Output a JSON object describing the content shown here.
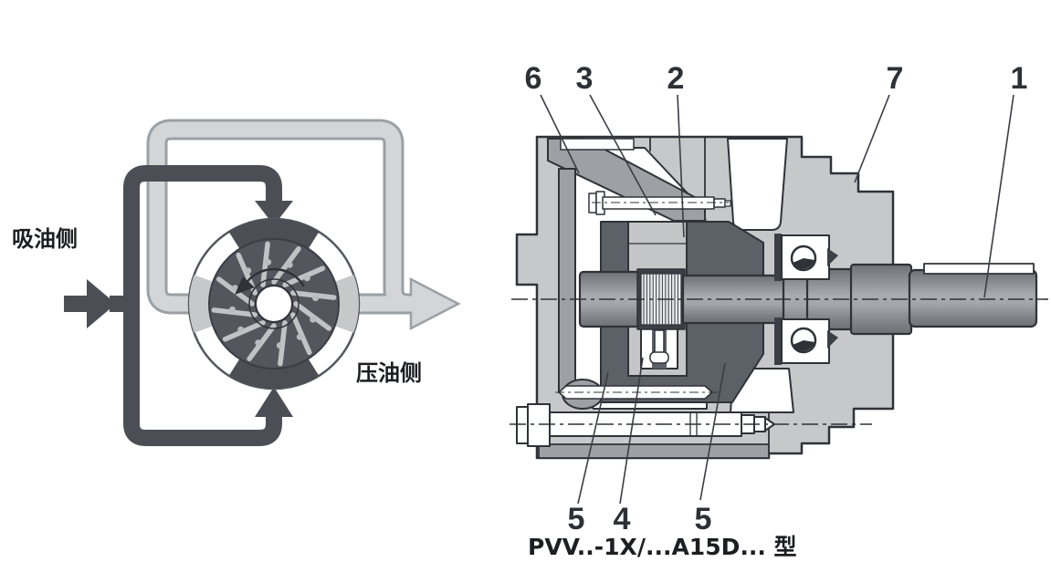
{
  "page": {
    "background": "#ffffff"
  },
  "schematic": {
    "suction_label": "吸油侧",
    "pressure_label": "压油侧",
    "colors": {
      "suction_dark": "#4b4f55",
      "pressure_light": "#d3d5d7",
      "pressure_outline": "#9aa0a4",
      "ring_light_segment": "#c6c8ca",
      "rotor_body": "#53575d",
      "vane": "#c0c3c6",
      "outline": "#2f3338"
    }
  },
  "cross_section": {
    "caption": "PVV..-1X/...A15D... 型",
    "callouts": {
      "top": [
        "6",
        "3",
        "2",
        "7",
        "1"
      ],
      "bottom": [
        "5",
        "4",
        "5"
      ]
    },
    "colors": {
      "body_light": "#c6c8ca",
      "body_medium": "#9da1a5",
      "cam_ring_dark": "#5c6167",
      "shaft": "#8d9195",
      "outline": "#2f3338"
    }
  }
}
